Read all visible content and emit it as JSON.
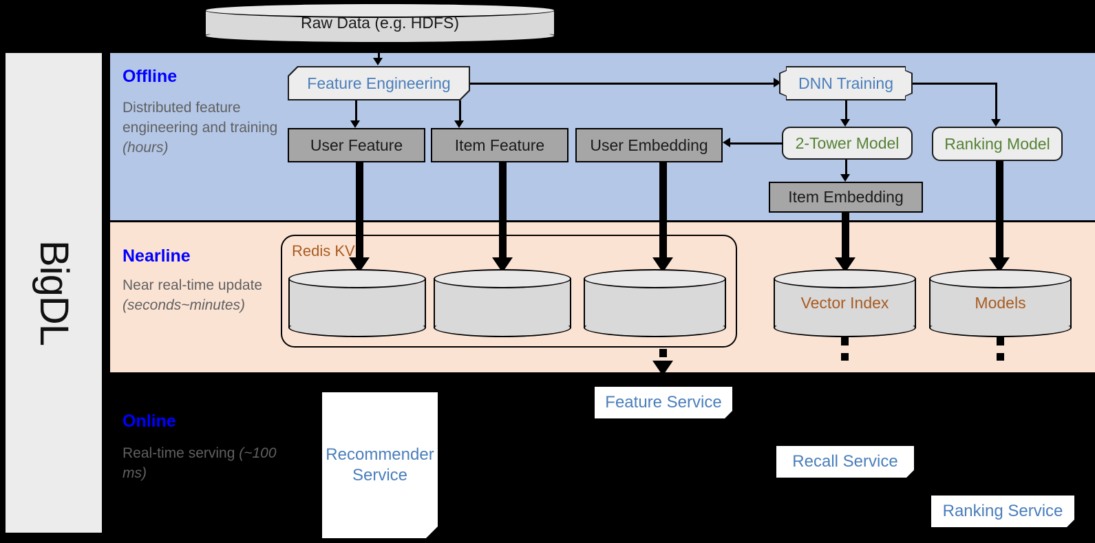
{
  "sidebar": {
    "label": "BigDL"
  },
  "bands": [
    {
      "key": "offline",
      "title": "Offline",
      "desc_plain": "Distributed feature engineering and training ",
      "desc_italic": "(hours)",
      "bg": "#b4c7e7"
    },
    {
      "key": "nearline",
      "title": "Nearline",
      "desc_plain": "Near real-time update ",
      "desc_italic": "(seconds~minutes)",
      "bg": "#fbe3d4"
    },
    {
      "key": "online",
      "title": "Online",
      "desc_plain": "Real-time serving ",
      "desc_italic": "(~100 ms)",
      "bg": "#000000"
    }
  ],
  "nodes": {
    "raw_data": "Raw Data (e.g. HDFS)",
    "feature_engineering": "Feature Engineering",
    "dnn_training": "DNN Training",
    "user_feature": "User Feature",
    "item_feature": "Item Feature",
    "user_embedding": "User Embedding",
    "two_tower_model": "2-Tower Model",
    "ranking_model": "Ranking Model",
    "item_embedding": "Item Embedding",
    "redis_kv": "Redis KV",
    "vector_index": "Vector Index",
    "models": "Models",
    "recommender_service_line1": "Recommender",
    "recommender_service_line2": "Service",
    "feature_service": "Feature Service",
    "recall_service": "Recall Service",
    "ranking_service": "Ranking Service"
  },
  "colors": {
    "offline_bg": "#b4c7e7",
    "nearline_bg": "#fbe3d4",
    "online_bg": "#000000",
    "band_title": "#0000ff",
    "band_desc": "#606060",
    "node_blue_text": "#4a7ebb",
    "node_green_text": "#558235",
    "node_brown_text": "#a85b20",
    "gray_box": "#a6a6a6",
    "light_box": "#ededed",
    "sidebar_bg": "#ececec"
  }
}
